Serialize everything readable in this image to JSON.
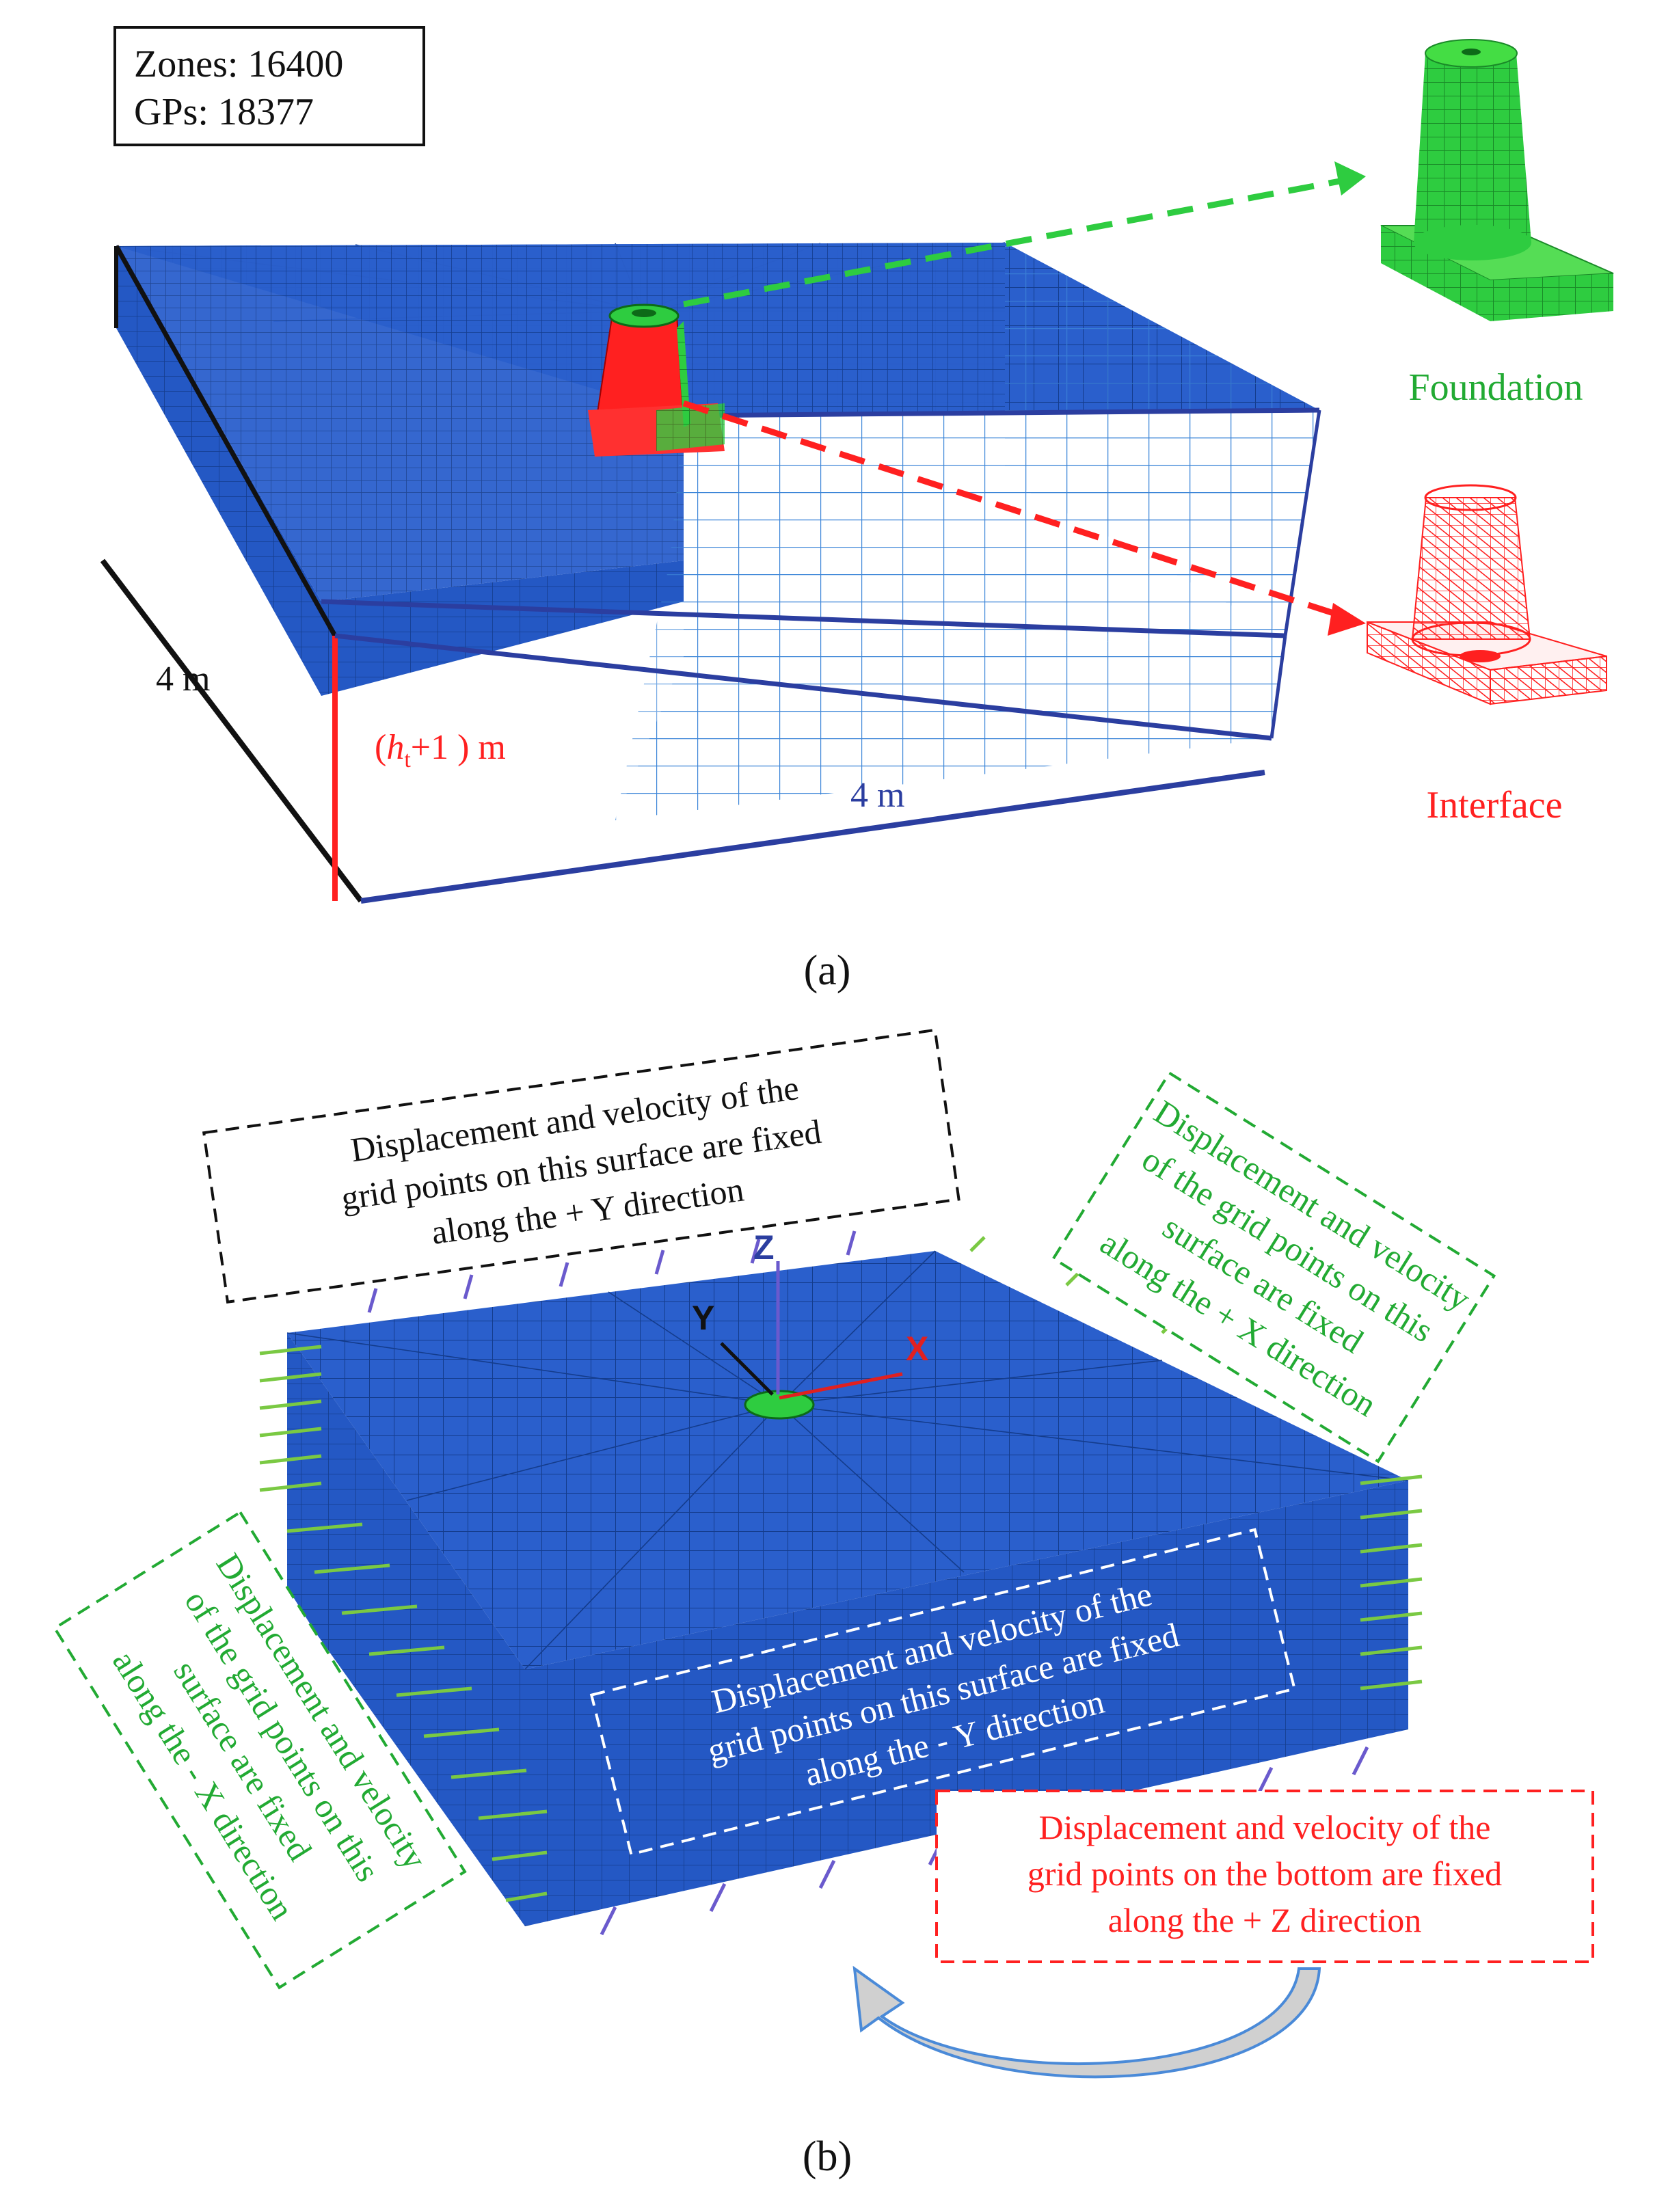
{
  "panel_a": {
    "stats": {
      "zones": "Zones: 16400",
      "gps": "GPs: 18377"
    },
    "foundation_label": "Foundation",
    "interface_label": "Interface",
    "dim_left": "4 m",
    "dim_height_prefix": "(",
    "dim_height_var": "h",
    "dim_height_sub": "t",
    "dim_height_suffix": "+1 ) m",
    "dim_bottom": "4 m",
    "caption": "(a)"
  },
  "panel_b": {
    "axes": {
      "x": "X",
      "y": "Y",
      "z": "Z"
    },
    "note_pos_y": [
      "Displacement and velocity of the",
      "grid points on this surface are fixed",
      "along the + Y direction"
    ],
    "note_pos_x": [
      "Displacement and velocity",
      "of the  grid points on this",
      "surface are fixed",
      "along the + X direction"
    ],
    "note_neg_x": [
      "Displacement and velocity",
      "of the  grid points on this",
      "surface are fixed",
      "along the - X direction"
    ],
    "note_neg_y": [
      "Displacement and velocity of the",
      "grid points on this surface are fixed",
      "along the - Y direction"
    ],
    "note_pos_z": [
      "Displacement and velocity of the",
      "grid points on the bottom are fixed",
      "along the + Z direction"
    ],
    "caption": "(b)"
  },
  "colors": {
    "mesh_blue": "#2a5fcc",
    "mesh_line": "#143c8c",
    "foundation_green": "#2ecc40",
    "interface_red": "#ff2020",
    "label_green": "#22aa33",
    "dim_blue": "#2b3ea0",
    "fix_green": "#7ac943",
    "fix_purple": "#6a5acd"
  }
}
